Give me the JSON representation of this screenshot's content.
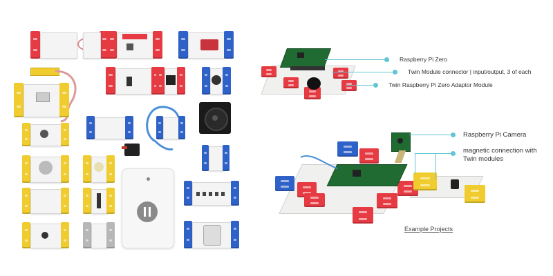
{
  "callouts": {
    "rpi_zero": "Raspberry Pi Zero",
    "twin_connector": "Twin Module connector | input/output, 3 of each",
    "adaptor": "Twin Raspberry Pi Zero Adaptor Module",
    "camera": "Raspberry Pi Camera",
    "magnetic_line1": "magnetic connection with",
    "magnetic_line2": "Twin modules"
  },
  "example_projects": "Example Projects",
  "colors": {
    "red": "#e63b43",
    "blue": "#2f62c8",
    "yellow": "#f0cc2e",
    "callout": "#5fc6d3",
    "pcb_green": "#1f6b32"
  },
  "icons": [
    "fan-icon",
    "pause-icon",
    "servo-icon",
    "cable-icon"
  ]
}
